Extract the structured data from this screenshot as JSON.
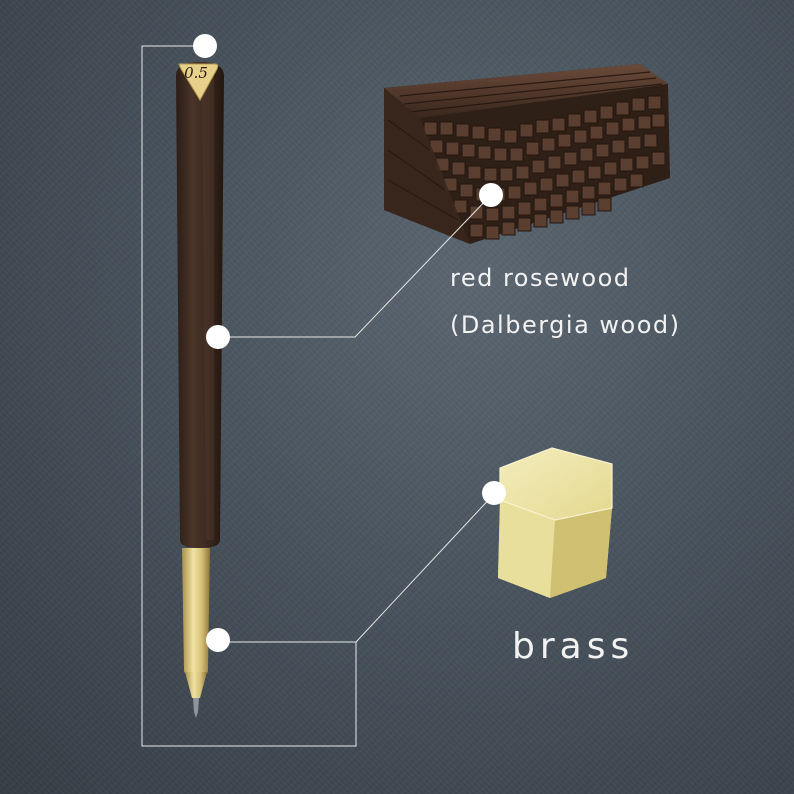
{
  "pen": {
    "size_badge": "0.5",
    "body_color": "#3e2b22",
    "tip_color": "#d9c681"
  },
  "materials": {
    "rosewood": {
      "line1": "red rosewood",
      "line2": "(Dalbergia wood)",
      "color": "#4a3427"
    },
    "brass": {
      "label": "brass",
      "color": "#e8dfa0"
    }
  }
}
